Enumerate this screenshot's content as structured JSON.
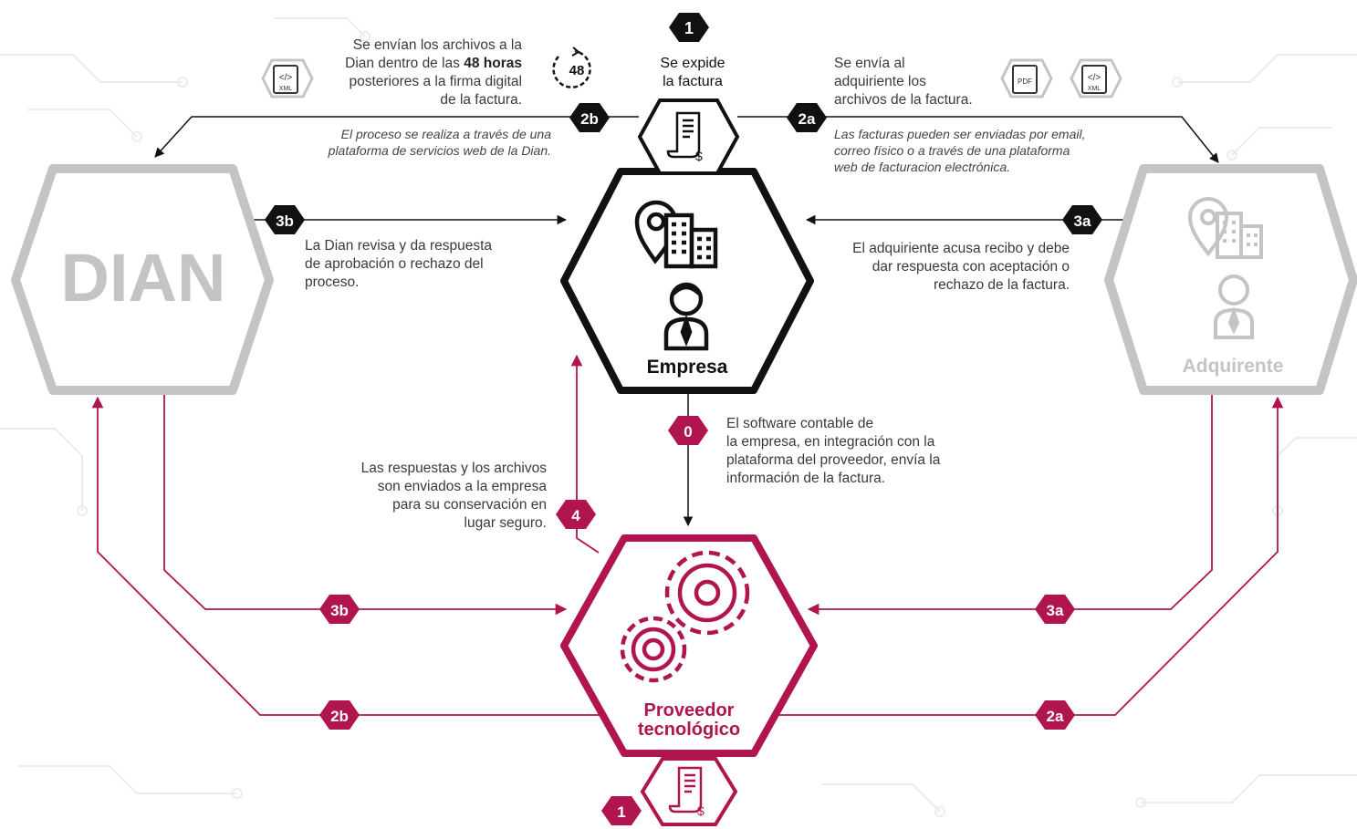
{
  "colors": {
    "magenta": "#b0154f",
    "black": "#111111",
    "gray": "#c4c4c4",
    "text": "#3a3a3a",
    "background_pattern": "#eeeeee"
  },
  "nodes": {
    "dian": {
      "title": "DIAN"
    },
    "empresa": {
      "title": "Empresa",
      "icons": [
        "location-building-icon",
        "person-icon"
      ]
    },
    "adquirente": {
      "title": "Adquirente",
      "icons": [
        "location-building-icon",
        "person-icon"
      ]
    },
    "proveedor": {
      "title_line1": "Proveedor",
      "title_line2": "tecnológico",
      "icons": [
        "gears-icon"
      ]
    }
  },
  "steps": {
    "s1_top": "1",
    "s2b_top": "2b",
    "s2a_top": "2a",
    "s3b_top": "3b",
    "s3a_top": "3a",
    "s0": "0",
    "s4": "4",
    "s3b_bottom": "3b",
    "s3a_bottom": "3a",
    "s2b_bottom": "2b",
    "s2a_bottom": "2a",
    "s1_bottom": "1"
  },
  "texts": {
    "expide": [
      "Se expide",
      "la factura"
    ],
    "hours_badge": "48",
    "xml_label": "XML",
    "pdf_label": "PDF",
    "envian_dian": {
      "line1": "Se envían los archivos a la",
      "line2_pre": "Dian dentro de las ",
      "line2_bold": "48 horas",
      "line3": "posteriores a la firma digital",
      "line4": "de la factura."
    },
    "proceso_web": [
      "El proceso se realiza a través de una",
      "plataforma de servicios web de la Dian."
    ],
    "envia_adquiriente": [
      "Se envía al",
      "adquiriente los",
      "archivos de la factura."
    ],
    "facturas_email": [
      "Las facturas pueden ser enviadas por email,",
      "correo físico o a través de una plataforma",
      "web de facturacion electrónica."
    ],
    "dian_revisa": [
      "La Dian revisa y da respuesta",
      "de aprobación o rechazo del",
      "proceso."
    ],
    "adquiriente_acusa": [
      "El adquiriente acusa recibo y  debe",
      "dar respuesta con aceptación o",
      "rechazo de la factura."
    ],
    "software": [
      "El software contable de",
      "la empresa, en integración con la",
      "plataforma del proveedor, envía la",
      "información de la factura."
    ],
    "respuestas": [
      "Las respuestas y los archivos",
      "son enviados a la empresa",
      "para su conservación en",
      "lugar seguro."
    ]
  }
}
